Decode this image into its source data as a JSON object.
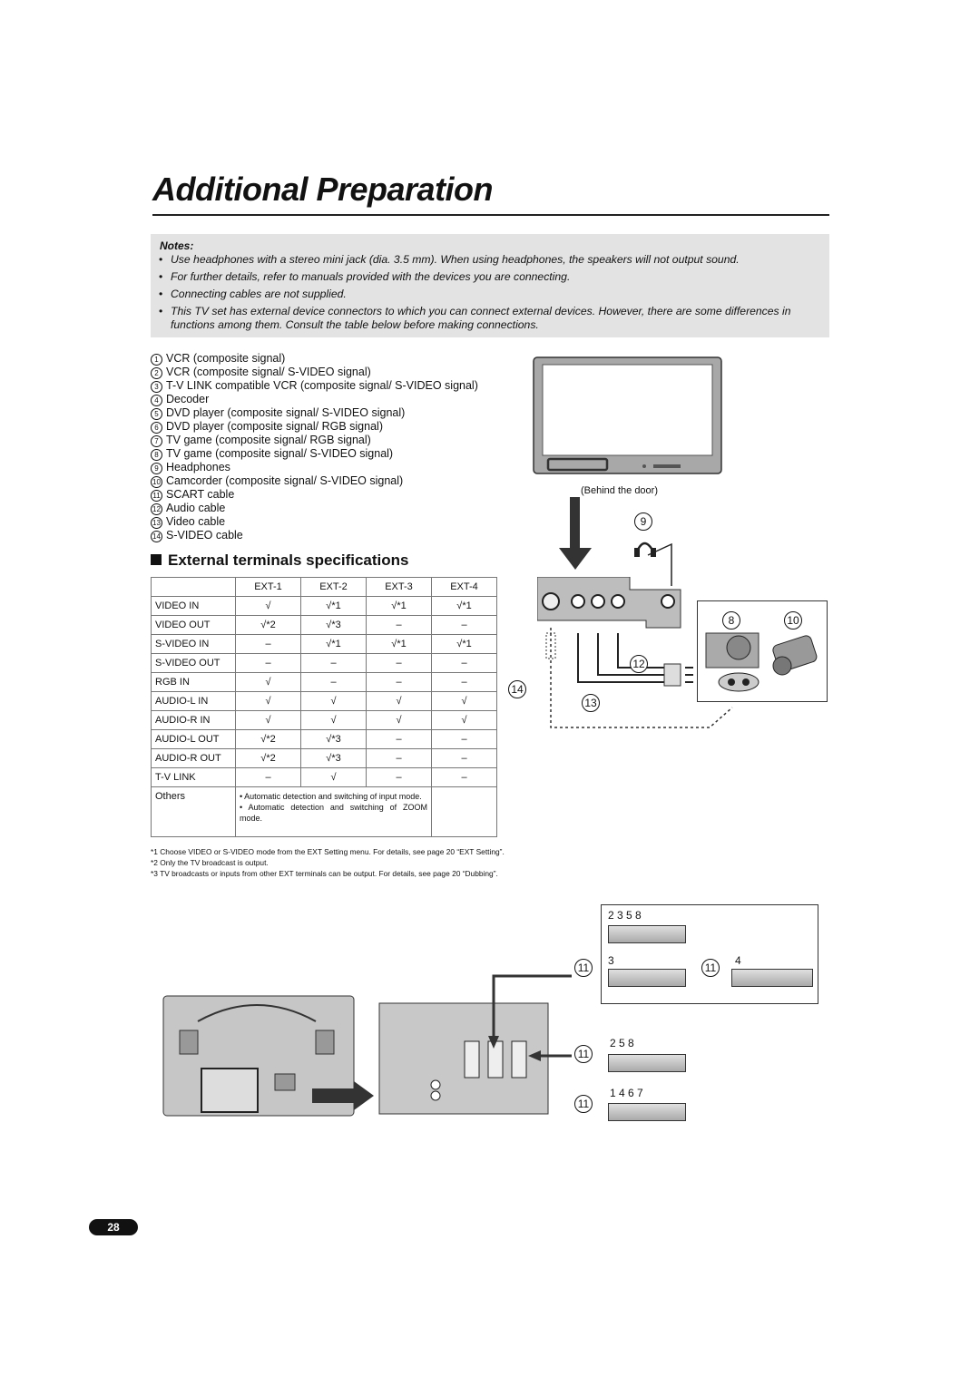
{
  "page": {
    "title": "Additional Preparation",
    "number": "28"
  },
  "notes": {
    "label": "Notes:",
    "items": [
      "Use headphones with a stereo mini jack (dia. 3.5 mm). When using headphones, the speakers will not output sound.",
      "For further details, refer to manuals provided with the devices you are connecting.",
      "Connecting cables are not supplied.",
      "This TV set has external device connectors to which you can connect external devices. However, there are some differences in functions among them. Consult the table below before making connections."
    ]
  },
  "devices": [
    {
      "num": "1",
      "label": "VCR (composite signal)"
    },
    {
      "num": "2",
      "label": "VCR (composite signal/ S-VIDEO signal)"
    },
    {
      "num": "3",
      "label": "T-V LINK compatible VCR (composite signal/ S-VIDEO signal)"
    },
    {
      "num": "4",
      "label": "Decoder"
    },
    {
      "num": "5",
      "label": "DVD player (composite signal/ S-VIDEO signal)"
    },
    {
      "num": "6",
      "label": "DVD player (composite signal/ RGB signal)"
    },
    {
      "num": "7",
      "label": "TV game (composite signal/ RGB signal)"
    },
    {
      "num": "8",
      "label": "TV game (composite signal/ S-VIDEO signal)"
    },
    {
      "num": "9",
      "label": "Headphones"
    },
    {
      "num": "10",
      "label": "Camcorder (composite signal/ S-VIDEO signal)"
    },
    {
      "num": "11",
      "label": "SCART cable"
    },
    {
      "num": "12",
      "label": "Audio cable"
    },
    {
      "num": "13",
      "label": "Video cable"
    },
    {
      "num": "14",
      "label": "S-VIDEO cable"
    }
  ],
  "spec_section": {
    "heading": "External terminals specifications",
    "columns": [
      "EXT-1",
      "EXT-2",
      "EXT-3",
      "EXT-4"
    ],
    "rows": [
      {
        "label": "VIDEO IN",
        "cells": [
          "√",
          "√*1",
          "√*1",
          "√*1"
        ]
      },
      {
        "label": "VIDEO OUT",
        "cells": [
          "√*2",
          "√*3",
          "–",
          "–"
        ]
      },
      {
        "label": "S-VIDEO IN",
        "cells": [
          "–",
          "√*1",
          "√*1",
          "√*1"
        ]
      },
      {
        "label": "S-VIDEO OUT",
        "cells": [
          "–",
          "–",
          "–",
          "–"
        ]
      },
      {
        "label": "RGB IN",
        "cells": [
          "√",
          "–",
          "–",
          "–"
        ]
      },
      {
        "label": "AUDIO-L IN",
        "cells": [
          "√",
          "√",
          "√",
          "√"
        ]
      },
      {
        "label": "AUDIO-R IN",
        "cells": [
          "√",
          "√",
          "√",
          "√"
        ]
      },
      {
        "label": "AUDIO-L OUT",
        "cells": [
          "√*2",
          "√*3",
          "–",
          "–"
        ]
      },
      {
        "label": "AUDIO-R OUT",
        "cells": [
          "√*2",
          "√*3",
          "–",
          "–"
        ]
      },
      {
        "label": "T-V LINK",
        "cells": [
          "–",
          "√",
          "–",
          "–"
        ]
      }
    ],
    "others": {
      "label": "Others",
      "items": [
        "Automatic detection and switching of input mode.",
        "Automatic detection and switching of ZOOM mode."
      ]
    }
  },
  "footnotes": [
    "*1  Choose VIDEO or S-VIDEO mode from the EXT Setting menu. For details, see page 20 “EXT Setting”.",
    "*2  Only the TV broadcast is output.",
    "*3  TV broadcasts or inputs from other EXT terminals can be output. For details, see page 20 “Dubbing”."
  ],
  "diagram": {
    "behind_door_label": "(Behind the door)",
    "front_callouts": {
      "headphones": "9",
      "game": "8",
      "camcorder": "10",
      "audio_cable": "12",
      "video_cable": "13",
      "svideo_cable": "14"
    },
    "scart_groups": [
      {
        "label": "2 3 5 8"
      },
      {
        "label": "3"
      },
      {
        "label": "4"
      },
      {
        "label": "2 5 8"
      },
      {
        "label": "1 4 6 7"
      }
    ],
    "scart_cable_num": "11",
    "colors": {
      "frame": "#333333",
      "panel": "#bdbdbd",
      "device": "#b0b0b0",
      "notes_bg": "#e3e3e3"
    }
  }
}
